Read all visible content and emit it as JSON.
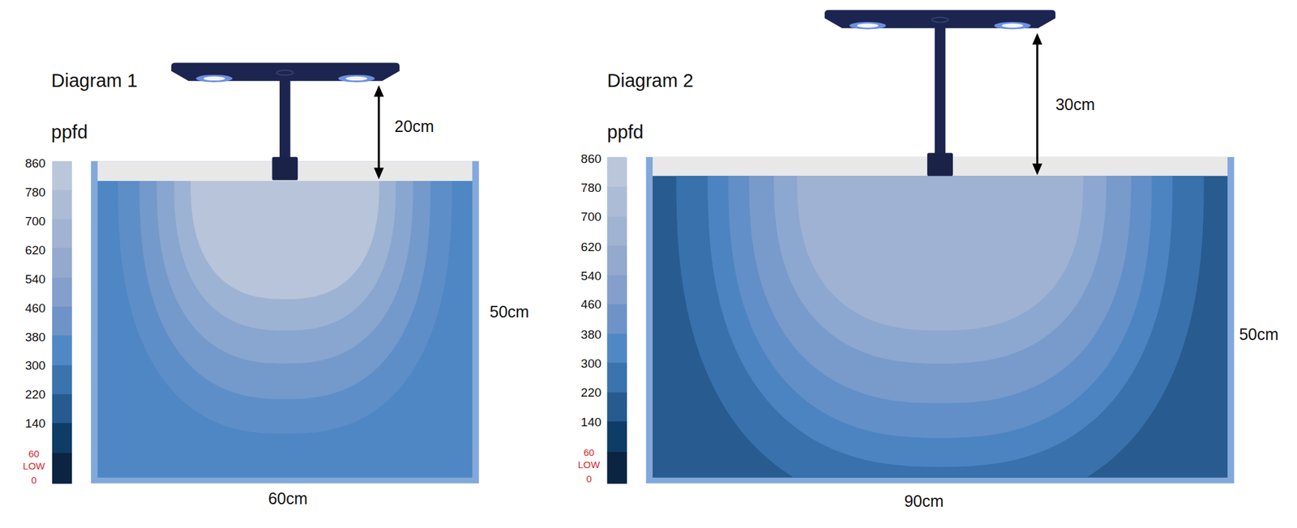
{
  "diagram": {
    "labels": [
      "Diagram 1",
      "ppfd",
      "860",
      "780",
      "700",
      "620",
      "540",
      "460",
      "380",
      "300",
      "220",
      "140",
      "60",
      "LOW",
      "0",
      "20cm",
      "50cm",
      "60cm",
      "Diagram 2",
      "ppfd",
      "860",
      "780",
      "700",
      "620",
      "540",
      "460",
      "380",
      "300",
      "220",
      "140",
      "60",
      "LOW",
      "0",
      "30cm",
      "50cm",
      "90cm"
    ]
  }
}
